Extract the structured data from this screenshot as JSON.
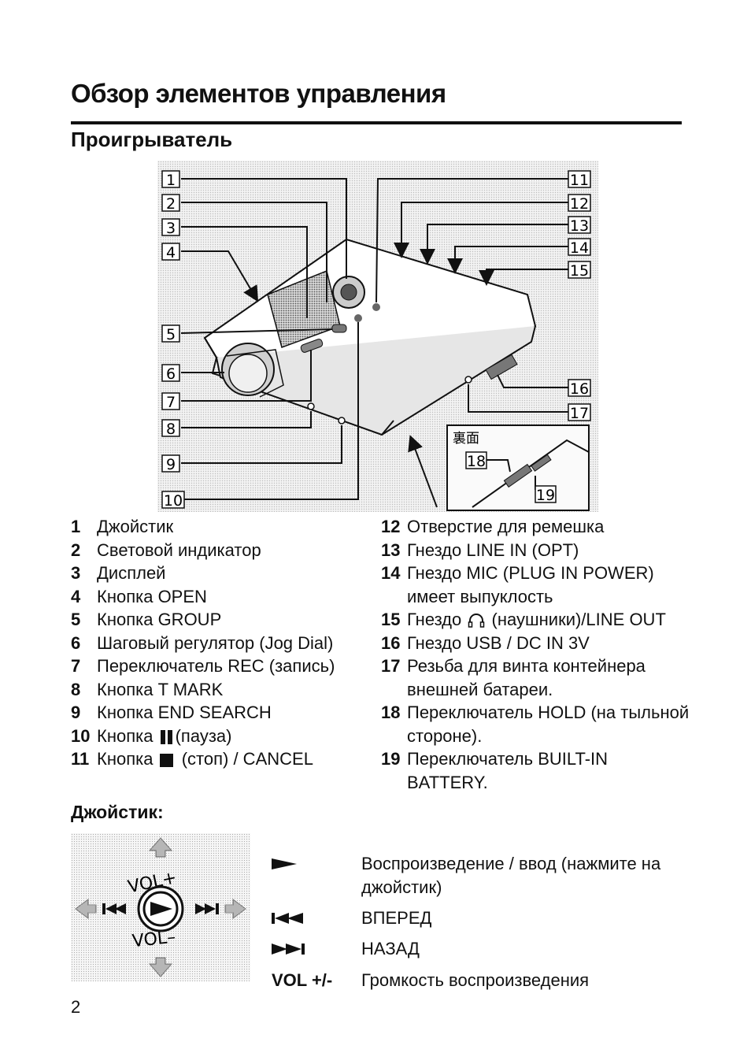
{
  "page": {
    "title": "Обзор элементов управления",
    "subtitle": "Проигрыватель",
    "page_number": "2"
  },
  "figure": {
    "callouts": [
      "1",
      "2",
      "3",
      "4",
      "5",
      "6",
      "7",
      "8",
      "9",
      "10",
      "11",
      "12",
      "13",
      "14",
      "15",
      "16",
      "17",
      "18",
      "19"
    ],
    "inset_label": "裏面"
  },
  "parts_left": [
    {
      "num": "1",
      "label": "Джойстик"
    },
    {
      "num": "2",
      "label": "Световой индикатор"
    },
    {
      "num": "3",
      "label": "Дисплей"
    },
    {
      "num": "4",
      "label": "Кнопка OPEN"
    },
    {
      "num": "5",
      "label": "Кнопка GROUP"
    },
    {
      "num": "6",
      "label": "Шаговый регулятор (Jog Dial)"
    },
    {
      "num": "7",
      "label": "Переключатель REC (запись)"
    },
    {
      "num": "8",
      "label": "Кнопка T MARK"
    },
    {
      "num": "9",
      "label": "Кнопка END SEARCH"
    },
    {
      "num": "10",
      "label_pre": "Кнопка",
      "label_post": "(пауза)",
      "icon": "pause-icon"
    },
    {
      "num": "11",
      "label_pre": "Кнопка",
      "label_post": "(стоп) / CANCEL",
      "icon": "stop-icon"
    }
  ],
  "parts_right": [
    {
      "num": "12",
      "lines": [
        "Отверстие для ремешка"
      ]
    },
    {
      "num": "13",
      "lines": [
        "Гнездо LINE IN (OPT)"
      ]
    },
    {
      "num": "14",
      "lines": [
        "Гнездо MIC (PLUG IN POWER)",
        "имеет выпуклость"
      ]
    },
    {
      "num": "15",
      "label_pre": "Гнездо",
      "label_post": "(наушники)/LINE OUT",
      "icon": "headphones-icon"
    },
    {
      "num": "16",
      "lines": [
        "Гнездо USB / DC IN 3V"
      ]
    },
    {
      "num": "17",
      "lines": [
        "Резьба для винта контейнера",
        "внешней батареи."
      ]
    },
    {
      "num": "18",
      "lines": [
        "Переключатель HOLD (на тыльной",
        "стороне)."
      ]
    },
    {
      "num": "19",
      "lines": [
        "Переключатель BUILT-IN",
        "BATTERY."
      ]
    }
  ],
  "joystick": {
    "heading": "Джойстик:",
    "diagram_labels": {
      "vol_plus": "VOL+",
      "vol_minus": "VOL–"
    },
    "functions": [
      {
        "symbol_icon": "play-icon",
        "lines": [
          "Воспроизведение / ввод (нажмите на",
          "джойстик)"
        ]
      },
      {
        "symbol_icon": "previous-track-icon",
        "lines": [
          "ВПЕРЕД"
        ]
      },
      {
        "symbol_icon": "next-track-icon",
        "lines": [
          "НАЗАД"
        ]
      },
      {
        "symbol_text": "VOL +/-",
        "lines": [
          "Громкость воспроизведения"
        ]
      }
    ]
  }
}
